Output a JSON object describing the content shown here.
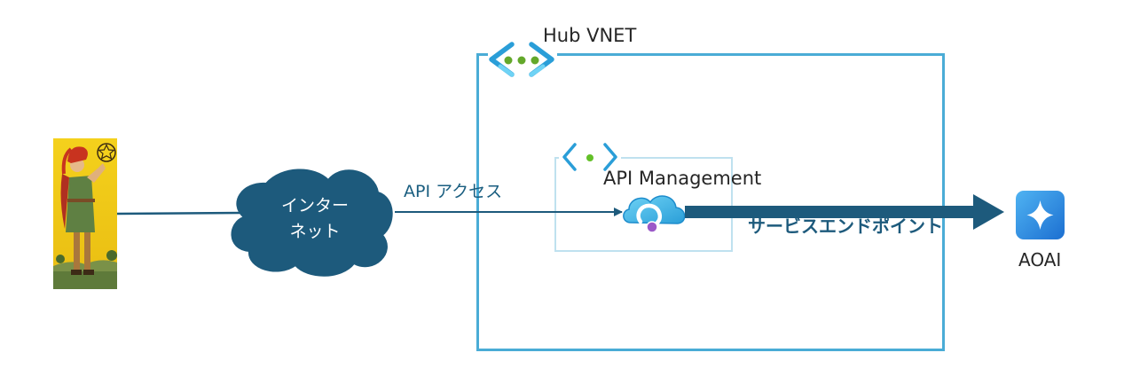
{
  "hub_vnet": {
    "label": "Hub VNET"
  },
  "apim": {
    "label": "API Management"
  },
  "internet": {
    "line1": "インター",
    "line2": "ネット"
  },
  "connections": {
    "api_access_label": "API アクセス",
    "service_endpoint_label": "サービスエンドポイント"
  },
  "aoai": {
    "label": "AOAI"
  },
  "colors": {
    "vnet_border": "#4aacd6",
    "subnet_border": "#bfe1ef",
    "cloud_fill": "#1d5a7c",
    "arrow": "#1d5a7c",
    "vnet_icon_blue": "#2a9ed8",
    "vnet_icon_green": "#63a82b",
    "aoai_tile": "#2f8fe0"
  },
  "icons": {
    "user": "page-of-pentacles-card",
    "hub": "virtual-network-icon",
    "subnet": "subnet-icon",
    "apim": "api-management-icon",
    "aoai": "azure-openai-icon"
  }
}
